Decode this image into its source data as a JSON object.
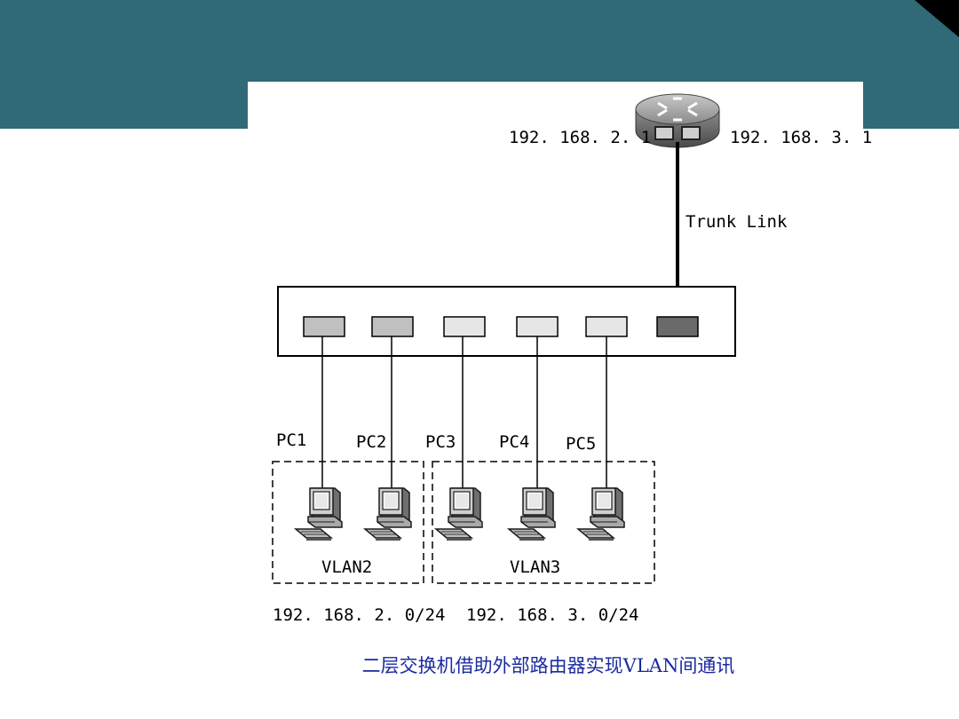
{
  "slide": {
    "caption": "二层交换机借助外部路由器实现VLAN间通讯",
    "colors": {
      "header": "#2f6a76",
      "caption": "#1a2aa0"
    }
  },
  "router": {
    "icon": "router-icon",
    "left_ip": "192. 168. 2. 1",
    "right_ip": "192. 168. 3. 1"
  },
  "trunk_label": "Trunk Link",
  "switch": {
    "icon": "switch-icon",
    "port_count": 6
  },
  "pcs": [
    {
      "label": "PC1",
      "vlan": "VLAN2"
    },
    {
      "label": "PC2",
      "vlan": "VLAN2"
    },
    {
      "label": "PC3",
      "vlan": "VLAN3"
    },
    {
      "label": "PC4",
      "vlan": "VLAN3"
    },
    {
      "label": "PC5",
      "vlan": "VLAN3"
    }
  ],
  "vlans": [
    {
      "name": "VLAN2",
      "subnet": "192. 168. 2. 0/24"
    },
    {
      "name": "VLAN3",
      "subnet": "192. 168. 3. 0/24"
    }
  ]
}
